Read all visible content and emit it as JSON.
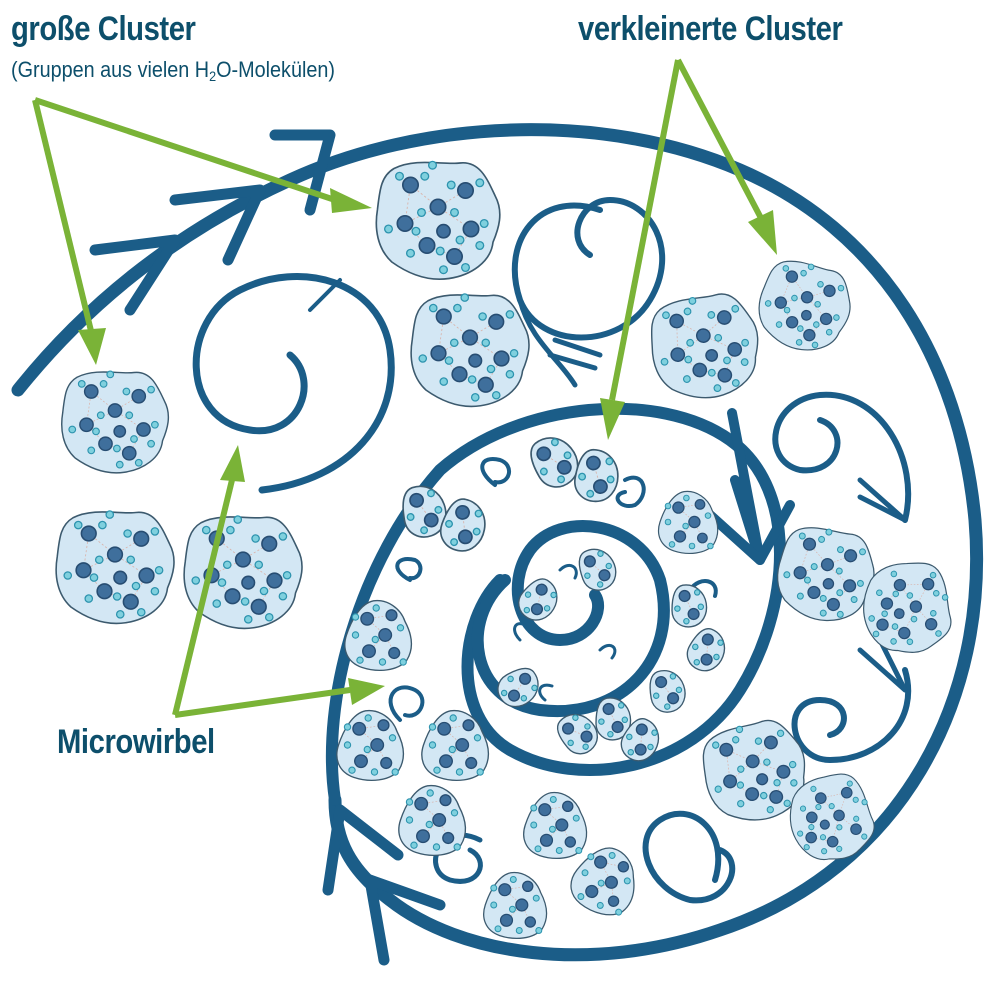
{
  "labels": {
    "large_clusters": {
      "title": "große Cluster",
      "subtitle_prefix": "(Gruppen aus vielen H",
      "subtitle_subscript": "2",
      "subtitle_suffix": "O-Molekülen)"
    },
    "reduced_clusters": {
      "title": "verkleinerte Cluster"
    },
    "micro_vortices": {
      "title": "Microwirbel"
    }
  },
  "colors": {
    "text": "#0d4f6b",
    "flow_lines": "#1b5d88",
    "pointer_arrows": "#7ab337",
    "cluster_fill": "#d3e7f4",
    "cluster_outline": "#3c5a6e",
    "oxygen_atom": "#3f6f9c",
    "hydrogen_atom": "#7fd0de",
    "background": "#ffffff"
  },
  "diagram": {
    "description": "Water flowing in a spiral vortex; large H2O clusters outside are broken into smaller clusters toward the center by micro vortices",
    "pointers": [
      {
        "from_label": "large_clusters",
        "target": "large cluster left"
      },
      {
        "from_label": "large_clusters",
        "target": "large cluster top"
      },
      {
        "from_label": "reduced_clusters",
        "target": "small cluster inside spiral"
      },
      {
        "from_label": "reduced_clusters",
        "target": "cluster upper right"
      },
      {
        "from_label": "micro_vortices",
        "target": "vortex left"
      },
      {
        "from_label": "micro_vortices",
        "target": "vortex inside spiral"
      }
    ]
  }
}
